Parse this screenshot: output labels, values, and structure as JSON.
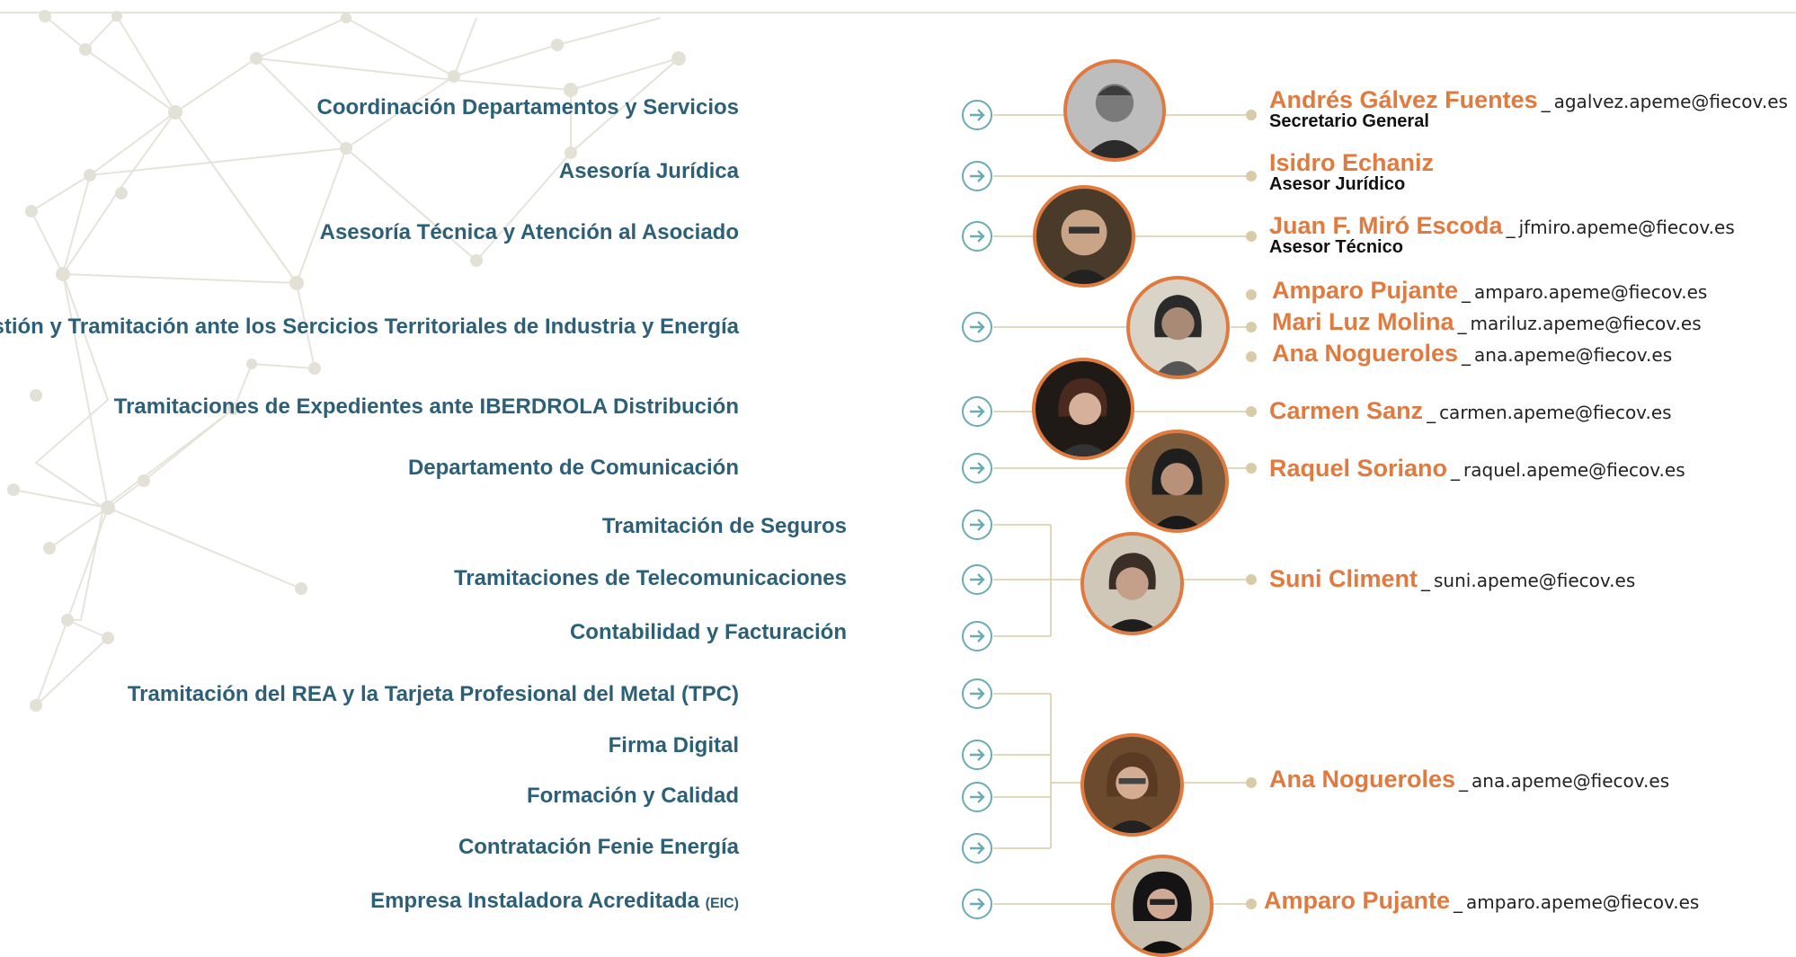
{
  "services": [
    {
      "label": "Coordinación Departamentos y Servicios"
    },
    {
      "label": "Asesoría Jurídica"
    },
    {
      "label": "Asesoría Técnica y Atención al Asociado"
    },
    {
      "label": "Gestión y Tramitación ante los Sercicios Territoriales de Industria y Energía"
    },
    {
      "label": "Tramitaciones de Expedientes ante IBERDROLA Distribución"
    },
    {
      "label": "Departamento de Comunicación"
    },
    {
      "label": "Tramitación de Seguros"
    },
    {
      "label": "Tramitaciones de Telecomunicaciones"
    },
    {
      "label": "Contabilidad y Facturación"
    },
    {
      "label": "Tramitación del REA y la Tarjeta Profesional del Metal (TPC)"
    },
    {
      "label": "Firma Digital"
    },
    {
      "label": "Formación y Calidad"
    },
    {
      "label": "Contratación Fenie Energía"
    },
    {
      "label": "Empresa Instaladora Acreditada",
      "suffix": "(EIC)"
    }
  ],
  "contacts": [
    {
      "name": "Andrés Gálvez Fuentes",
      "sep": "_",
      "email": "agalvez.apeme@fiecov.es",
      "role": "Secretario General"
    },
    {
      "name": "Isidro Echaniz",
      "role": "Asesor Jurídico"
    },
    {
      "name": "Juan F. Miró Escoda",
      "sep": "_",
      "email": "jfmiro.apeme@fiecov.es",
      "role": "Asesor Técnico"
    },
    {
      "name": "Amparo Pujante",
      "sep": "_",
      "email": "amparo.apeme@fiecov.es"
    },
    {
      "name": "Mari Luz Molina",
      "sep": "_",
      "email": "mariluz.apeme@fiecov.es"
    },
    {
      "name": "Ana Nogueroles",
      "sep": "_",
      "email": "ana.apeme@fiecov.es"
    },
    {
      "name": "Carmen Sanz",
      "sep": "_",
      "email": "carmen.apeme@fiecov.es"
    },
    {
      "name": "Raquel Soriano",
      "sep": "_",
      "email": "raquel.apeme@fiecov.es"
    },
    {
      "name": "Suni Climent",
      "sep": "_",
      "email": "suni.apeme@fiecov.es"
    },
    {
      "name": "Ana Nogueroles",
      "sep": "_",
      "email": "ana.apeme@fiecov.es"
    },
    {
      "name": "Amparo Pujante",
      "sep": "_",
      "email": "amparo.apeme@fiecov.es"
    }
  ],
  "colors": {
    "service_text": "#2c6078",
    "arrow": "#6aacb2",
    "contact_name": "#e07a3e",
    "photo_border": "#e07a3e",
    "connector": "#d6c9a4",
    "network": "#e5e3d9"
  },
  "icons": {
    "arrow": "arrow-right-circle-icon",
    "bullet": "dot-icon"
  }
}
